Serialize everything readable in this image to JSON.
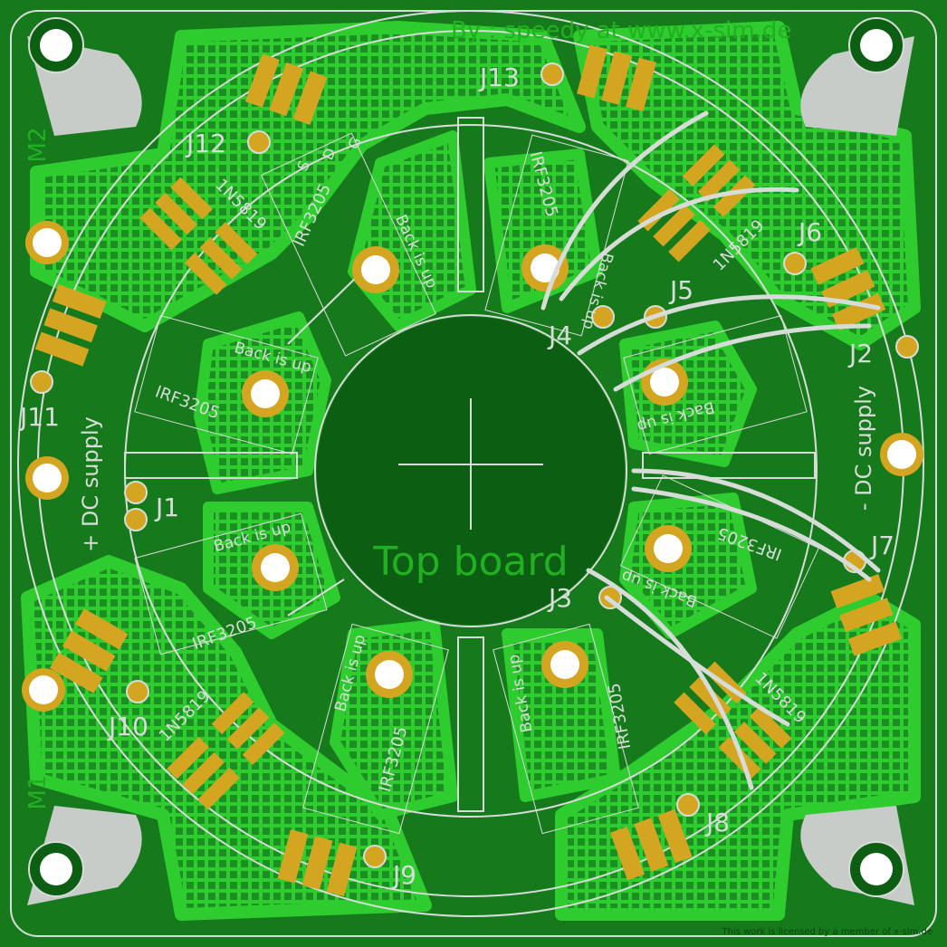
{
  "board": {
    "credit": "By : speedy at www.x-sim.de",
    "center_label": "Top board",
    "footer_note": "This work is licensed by a member of x-sim.de",
    "colors": {
      "base": "#167a1d",
      "copper": "#2ecc2e",
      "hatch": "#1c8f22",
      "pad": "#d4a520",
      "pad_ring": "#f0c040",
      "silk": "#d8dcd8",
      "text_green": "#22b022",
      "hole": "#ffffff"
    }
  },
  "mounting": {
    "m1": "M1",
    "m2": "M2"
  },
  "connectors": {
    "j1": "J1",
    "j2": "J2",
    "j3": "J3",
    "j4": "J4",
    "j5": "J5",
    "j6": "J6",
    "j7": "J7",
    "j8": "J8",
    "j9": "J9",
    "j10": "J10",
    "j11": "J11",
    "j12": "J12",
    "j13": "J13"
  },
  "supply": {
    "plus": "+ DC supply",
    "minus": "- DC supply"
  },
  "components": {
    "mosfet": "IRF3205",
    "diode": "1N5819",
    "back": "Back is up",
    "pin_labels": [
      "S",
      "D",
      "G"
    ]
  }
}
